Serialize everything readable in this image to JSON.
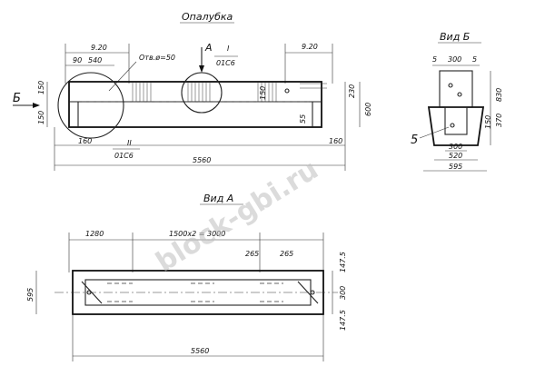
{
  "titles": {
    "formwork": "Опалубка",
    "view_b": "Вид Б",
    "view_a": "Вид А"
  },
  "markers": {
    "arrow_a": "А",
    "arrow_b": "Б",
    "section_1": "I",
    "section_1_sheet": "01С6",
    "section_2": "II",
    "section_2_sheet": "01С6",
    "view_b_mark": "5"
  },
  "formwork": {
    "dim_top_left": "9.20",
    "dim_90": "90",
    "dim_540": "540",
    "hole_note": "Отв.ø=50",
    "dim_top_right": "9.20",
    "dim_150_left_top": "150",
    "dim_150_left_bottom": "150",
    "dim_150_mid": "150",
    "dim_55": "55",
    "dim_230": "230",
    "dim_600": "600",
    "dim_160_left": "160",
    "dim_160_right": "160",
    "dim_total": "5560"
  },
  "view_b": {
    "dim_5_left": "5",
    "dim_300_top": "300",
    "dim_5_right": "5",
    "dim_830": "830",
    "dim_370": "370",
    "dim_150": "150",
    "dim_300_bottom": "300",
    "dim_520": "520",
    "dim_595": "595"
  },
  "view_a": {
    "dim_1280": "1280",
    "dim_pitch": "1500х2 = 3000",
    "dim_265_left": "265",
    "dim_265_right": "265",
    "dim_147_5_top": "147.5",
    "dim_300": "300",
    "dim_147_5_bottom": "147.5",
    "dim_595": "595",
    "dim_total": "5560"
  },
  "watermark": "block-gbi.ru"
}
